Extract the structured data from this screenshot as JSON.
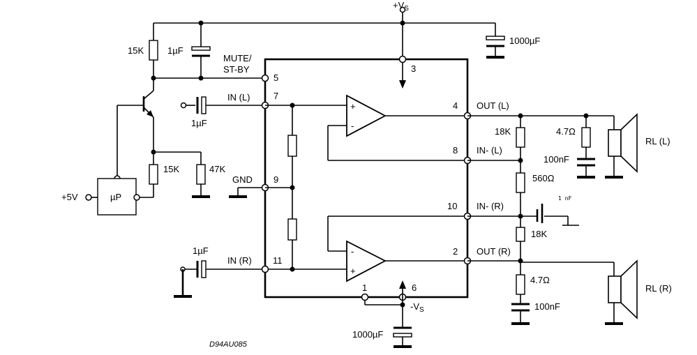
{
  "labels": {
    "vs_pos": "+V",
    "vs_pos_sub": "S",
    "vs_neg": "-V",
    "vs_neg_sub": "S",
    "mute": "MUTE/",
    "stby": "ST-BY",
    "in_l": "IN (L)",
    "in_r": "IN (R)",
    "gnd": "GND",
    "out_l": "OUT (L)",
    "out_r": "OUT (R)",
    "inm_l": "IN- (L)",
    "inm_r": "IN- (R)",
    "rl_l": "RL (L)",
    "rl_r": "RL (R)",
    "up": "µP",
    "plus5v": "+5V",
    "drawing_code": "D94AU085"
  },
  "pins": {
    "p3": "3",
    "p5": "5",
    "p7": "7",
    "p9": "9",
    "p11": "11",
    "p4": "4",
    "p8": "8",
    "p10": "10",
    "p2": "2",
    "p1": "1",
    "p6": "6"
  },
  "values": {
    "r15k_top": "15K",
    "c1u_top": "1µF",
    "c1000_top": "1000µF",
    "c1u_inl": "1µF",
    "r15k_mid": "15K",
    "r47k": "47K",
    "c1u_inr": "1µF",
    "c1000_bot": "1000µF",
    "r18k_l": "18K",
    "r47_l": "4.7Ω",
    "c100n_l": "100nF",
    "r560": "560Ω",
    "c1n": "1 nF",
    "r18k_r": "18K",
    "r47_r": "4.7Ω",
    "c100n_r": "100nF"
  },
  "opamp": {
    "plus": "+",
    "minus": "-"
  }
}
